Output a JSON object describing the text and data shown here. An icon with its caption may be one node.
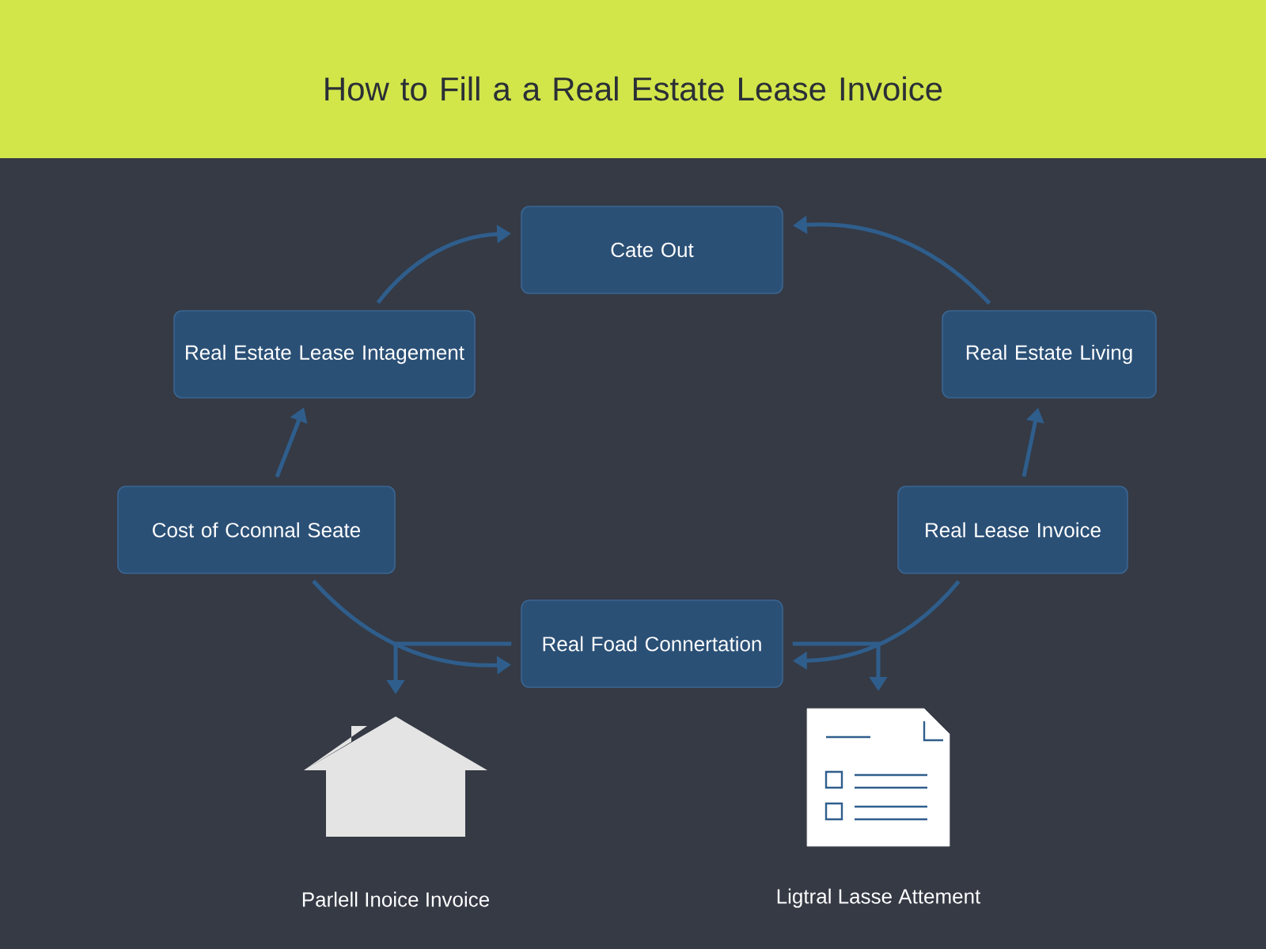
{
  "diagram": {
    "title": "How to Fill a a Real Estate Lease Invoice",
    "nodes": [
      {
        "text": [
          "Cate Out"
        ]
      },
      {
        "text": [
          "Real Estate Lease Intagement"
        ]
      },
      {
        "text": [
          "Real Estate Living"
        ]
      },
      {
        "text": [
          "Cost of Cconnal Seate"
        ]
      },
      {
        "text": [
          "Real Lease Invoice"
        ]
      },
      {
        "text": [
          "Real Foad Connertation"
        ]
      },
      {
        "text": [
          "Parlell Inoice Invoice"
        ]
      },
      {
        "text": [
          "Ligtral Lasse Attement"
        ]
      }
    ],
    "edges": [
      {
        "from": 1,
        "to": 0,
        "arrow": "to"
      },
      {
        "from": 2,
        "to": 0,
        "arrow": "to"
      },
      {
        "from": 3,
        "to": 1,
        "arrow": "to"
      },
      {
        "from": 4,
        "to": 2,
        "arrow": "to"
      },
      {
        "from": 3,
        "to": 5,
        "arrow": "to"
      },
      {
        "from": 4,
        "to": 5,
        "arrow": "to"
      },
      {
        "from": 5,
        "to": 6,
        "arrow": "to"
      },
      {
        "from": 5,
        "to": 7,
        "arrow": "to"
      }
    ]
  }
}
